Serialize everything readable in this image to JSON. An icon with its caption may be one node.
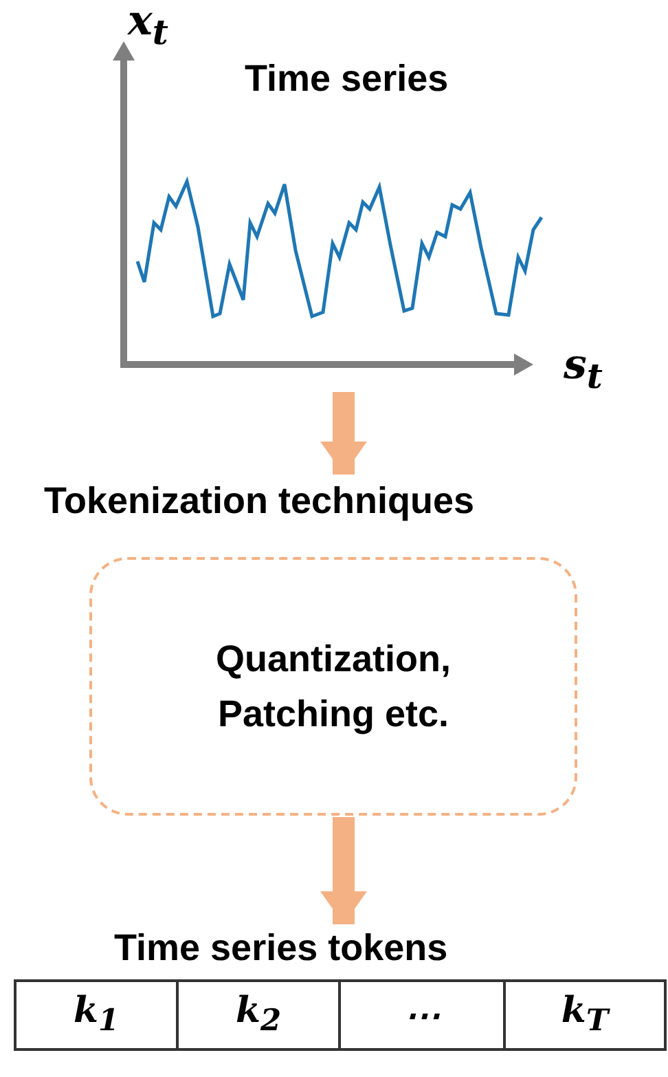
{
  "diagram": {
    "nodes": [
      {
        "text": [
          "Time series"
        ]
      },
      {
        "text": [
          "Tokenization techniques",
          "Quantization, Patching etc."
        ]
      },
      {
        "text": [
          "Time series tokens"
        ]
      },
      {
        "text": [
          "k$_{1}$"
        ],
        "in": 2
      },
      {
        "text": [
          "k$_{2}$"
        ],
        "in": 2
      },
      {
        "text": [
          "⋯"
        ],
        "in": 2
      },
      {
        "text": [
          "k$_{T}$"
        ],
        "in": 2
      }
    ],
    "edges": [
      {
        "from": 0,
        "to": 1,
        "arrow": "to"
      },
      {
        "from": 1,
        "to": 2,
        "arrow": "to"
      }
    ],
    "labels": [
      "x$_{t}$",
      "s$_{t}$"
    ]
  }
}
